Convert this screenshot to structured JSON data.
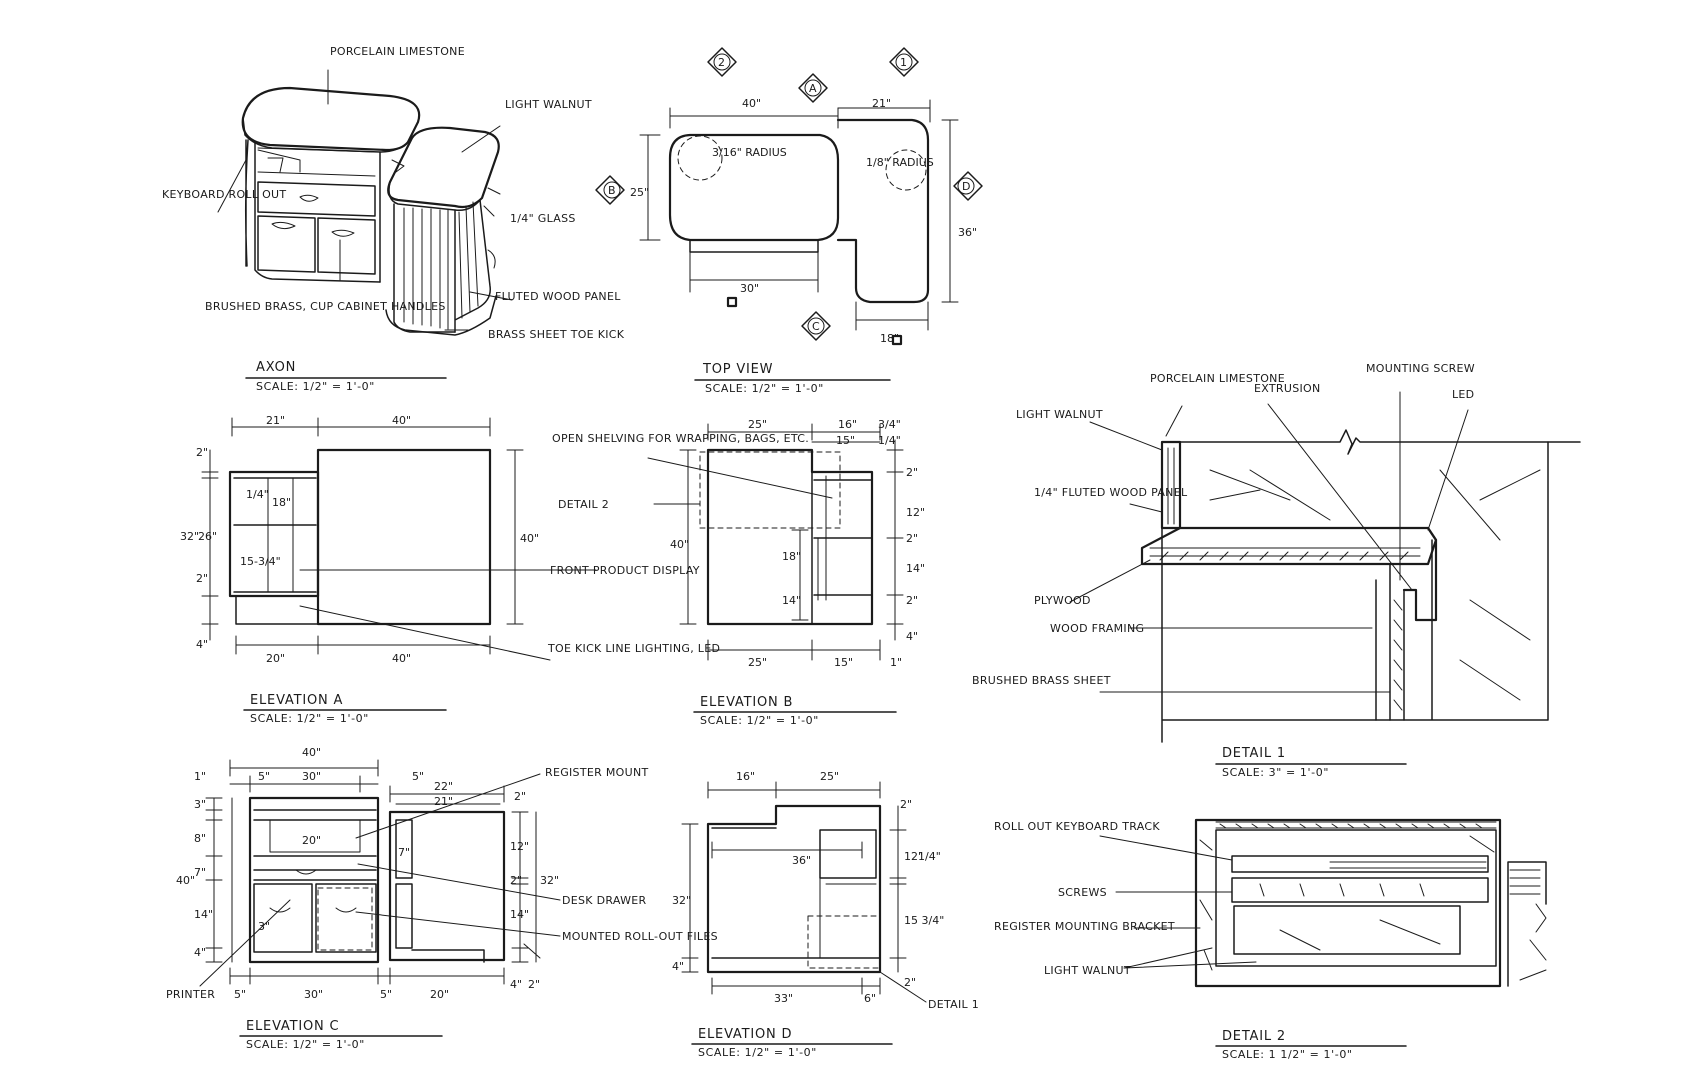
{
  "axon": {
    "title": "AXON",
    "scale": "SCALE: 1/2\" = 1'-0\"",
    "labels": {
      "porcelain": "PORCELAIN LIMESTONE",
      "light_walnut": "LIGHT WALNUT",
      "keyboard": "KEYBOARD ROLL OUT",
      "glass": "1/4\" GLASS",
      "handles": "BRUSHED BRASS, CUP CABINET HANDLES",
      "fluted": "FLUTED WOOD PANEL",
      "brass_sheet": "BRASS SHEET TOE KICK"
    }
  },
  "top_view": {
    "title": "TOP VIEW",
    "scale": "SCALE: 1/2\" = 1'-0\"",
    "markers": {
      "m2": "2",
      "m1": "1",
      "mA": "A",
      "mB": "B",
      "mC": "C",
      "mD": "D"
    },
    "dims": {
      "d40": "40\"",
      "d21": "21\"",
      "d25": "25\"",
      "d36": "36\"",
      "d30": "30\"",
      "d18": "18\""
    },
    "notes": {
      "r1": "3/16\" RADIUS",
      "r2": "1/8\" RADIUS"
    }
  },
  "elevation_a": {
    "title": "ELEVATION A",
    "scale": "SCALE: 1/2\" = 1'-0\"",
    "dims": {
      "t21": "21\"",
      "t40": "40\"",
      "l2a": "2\"",
      "l32": "32\"",
      "l26": "26\"",
      "l2b": "2\"",
      "l4": "4\"",
      "r40": "40\"",
      "b20": "20\"",
      "b40": "40\"",
      "i14": "1/4\"",
      "i18": "18\"",
      "i15": "15-3/4\""
    },
    "labels": {
      "front": "FRONT PRODUCT DISPLAY",
      "toe": "TOE KICK LINE LIGHTING, LED"
    }
  },
  "elevation_b": {
    "title": "ELEVATION B",
    "scale": "SCALE: 1/2\" = 1'-0\"",
    "dims": {
      "t25": "25\"",
      "t16": "16\"",
      "t15": "15\"",
      "t34": "3/4\"",
      "t14": "1/4\"",
      "l40": "40\"",
      "m18": "18\"",
      "m14": "14\"",
      "r2a": "2\"",
      "r12": "12\"",
      "r2b": "2\"",
      "r14": "14\"",
      "r2c": "2\"",
      "r4": "4\"",
      "b25": "25\"",
      "b15": "15\"",
      "b1": "1\""
    },
    "labels": {
      "open": "OPEN SHELVING FOR WRAPPING, BAGS, ETC.",
      "detail2": "DETAIL 2"
    }
  },
  "elevation_c": {
    "title": "ELEVATION C",
    "scale": "SCALE: 1/2\" = 1'-0\"",
    "dims": {
      "t40": "40\"",
      "t5a": "5\"",
      "t30": "30\"",
      "t5b": "5\"",
      "t22": "22\"",
      "t21": "21\"",
      "t2": "2\"",
      "i20": "20\"",
      "i7": "7\"",
      "i3": "3\"",
      "l1": "1\"",
      "l3": "3\"",
      "l8": "8\"",
      "l7": "7\"",
      "l40": "40\"",
      "l14": "14\"",
      "l4": "4\"",
      "r12": "12\"",
      "r2": "2\"",
      "r32": "32\"",
      "r14": "14\"",
      "r4": "4\"",
      "r2b": "2\"",
      "b5a": "5\"",
      "b30": "30\"",
      "b5b": "5\"",
      "b20": "20\""
    },
    "labels": {
      "register": "REGISTER MOUNT",
      "desk": "DESK DRAWER",
      "files": "MOUNTED ROLL-OUT FILES",
      "printer": "PRINTER"
    }
  },
  "elevation_d": {
    "title": "ELEVATION D",
    "scale": "SCALE: 1/2\" = 1'-0\"",
    "dims": {
      "t16": "16\"",
      "t25": "25\"",
      "t2": "2\"",
      "i36": "36\"",
      "l32": "32\"",
      "l4": "4\"",
      "r12": "12\"",
      "r14": "1/4\"",
      "r15": "15 3/4\"",
      "r2": "2\"",
      "b33": "33\"",
      "b6": "6\""
    },
    "labels": {
      "detail1": "DETAIL 1"
    }
  },
  "detail_1": {
    "title": "DETAIL 1",
    "scale": "SCALE: 3\" = 1'-0\"",
    "labels": {
      "porcelain": "PORCELAIN LIMESTONE",
      "extrusion": "EXTRUSION",
      "screw": "MOUNTING SCREW",
      "led": "LED",
      "walnut": "LIGHT WALNUT",
      "fluted": "1/4\" FLUTED WOOD PANEL",
      "plywood": "PLYWOOD",
      "framing": "WOOD FRAMING",
      "brass": "BRUSHED BRASS SHEET"
    }
  },
  "detail_2": {
    "title": "DETAIL 2",
    "scale": "SCALE: 1 1/2\" = 1'-0\"",
    "labels": {
      "track": "ROLL OUT KEYBOARD TRACK",
      "screws": "SCREWS",
      "bracket": "REGISTER MOUNTING BRACKET",
      "walnut": "LIGHT WALNUT"
    }
  }
}
